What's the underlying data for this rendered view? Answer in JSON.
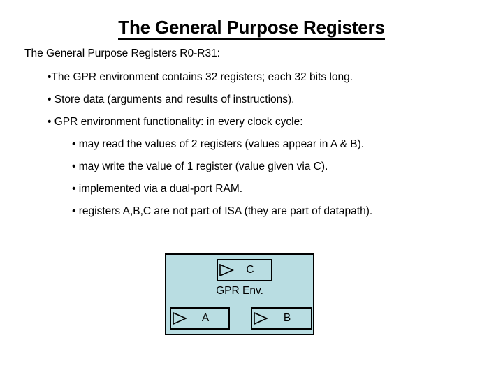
{
  "slide": {
    "title": "The General Purpose Registers",
    "lead": "The General Purpose Registers R0-R31:",
    "bullet_char": "•",
    "bullets_level1": [
      "•The GPR environment contains 32 registers; each 32 bits long.",
      "• Store data (arguments and results of instructions).",
      "• GPR environment functionality: in every clock cycle:"
    ],
    "bullets_level2": [
      "• may read the values of 2 registers (values appear in A & B).",
      "• may write the value of 1 register (value given via C).",
      "• implemented via a dual-port RAM.",
      "• registers A,B,C are not part of ISA (they are part of datapath)."
    ]
  },
  "diagram": {
    "label": "GPR Env.",
    "fill_color": "#b9dde2",
    "border_color": "#000000",
    "ports": [
      {
        "id": "c",
        "name": "C",
        "icon": "triangle-right-icon"
      },
      {
        "id": "a",
        "name": "A",
        "icon": "triangle-right-icon"
      },
      {
        "id": "b",
        "name": "B",
        "icon": "triangle-right-icon"
      }
    ]
  }
}
